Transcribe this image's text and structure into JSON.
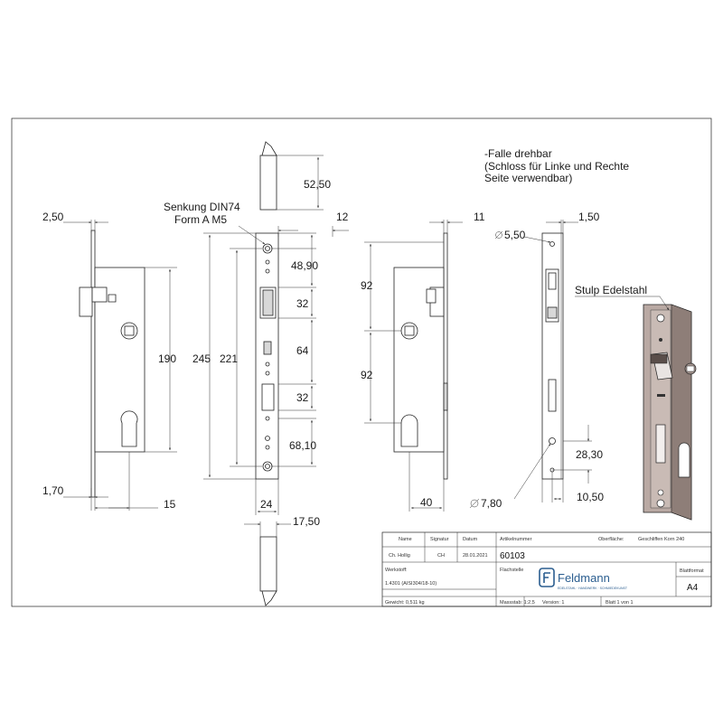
{
  "notes": {
    "falle": "-Falle drehbar",
    "schloss": "(Schloss für Linke und Rechte",
    "seite": "Seite verwendbar)",
    "senkung": "Senkung DIN74",
    "form": "Form A M5",
    "stulp": "Stulp Edelstahl"
  },
  "dims": {
    "d_2_50": "2,50",
    "d_190": "190",
    "d_1_70": "1,70",
    "d_15": "15",
    "d_52_50": "52,50",
    "d_12": "12",
    "d_48_90": "48,90",
    "d_245": "245",
    "d_221": "221",
    "d_32a": "32",
    "d_64": "64",
    "d_32b": "32",
    "d_68_10": "68,10",
    "d_24": "24",
    "d_17_50": "17,50",
    "d_11": "11",
    "d_92a": "92",
    "d_92b": "92",
    "d_40": "40",
    "d_1_50": "1,50",
    "d_5_50": "5,50",
    "d_28_30": "28,30",
    "d_10_50": "10,50",
    "d_7_80": "7,80"
  },
  "title_block": {
    "h_name": "Name",
    "h_signatur": "Signatur",
    "h_datum": "Datum",
    "h_artikel": "Artikelnummer",
    "h_oberflaeche": "Oberfläche:",
    "oberflaeche_value": "Geschliffen Korn 240",
    "name": "Ch. Hollig",
    "signatur": "CH",
    "datum": "28.01.2021",
    "artikelnummer": "60103",
    "h_werkstoff": "Werkstoff:",
    "werkstoff": "1.4301 (AISI304/18-10)",
    "h_flachstelle": "Flachstelle",
    "company": "Feldmann",
    "company_sub": "EDELSTAHL · HANDWERK · SCHMIEDEKUNST",
    "h_blattformat": "Blattformat",
    "blattformat": "A4",
    "gewicht": "Gewicht: 0,511 kg",
    "massstab": "Massstab: 1:2,5",
    "version": "Version: 1",
    "blatt": "Blatt 1 von 1"
  }
}
